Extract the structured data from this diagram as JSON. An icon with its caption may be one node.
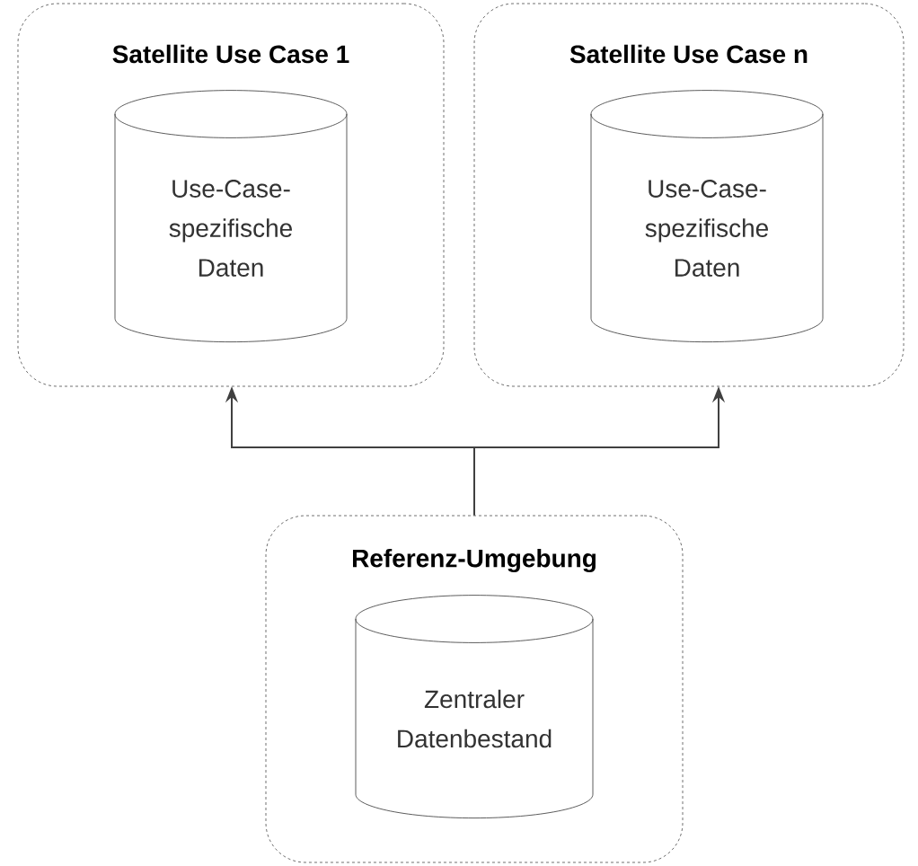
{
  "diagram": {
    "nodes": [
      {
        "text": [
          "Satellite Use Case 1"
        ]
      },
      {
        "text": [
          "Use-Case-spezifische Daten"
        ],
        "in": 0
      },
      {
        "text": [
          "Satellite Use Case n"
        ]
      },
      {
        "text": [
          "Use-Case-spezifische Daten"
        ],
        "in": 2
      },
      {
        "text": [
          "Referenz-Umgebung"
        ]
      },
      {
        "text": [
          "Zentraler Datenbestand"
        ],
        "in": 4
      }
    ],
    "edges": [
      {
        "from": 4,
        "to": 0,
        "arrow": "to"
      },
      {
        "from": 4,
        "to": 2,
        "arrow": "to"
      }
    ]
  }
}
